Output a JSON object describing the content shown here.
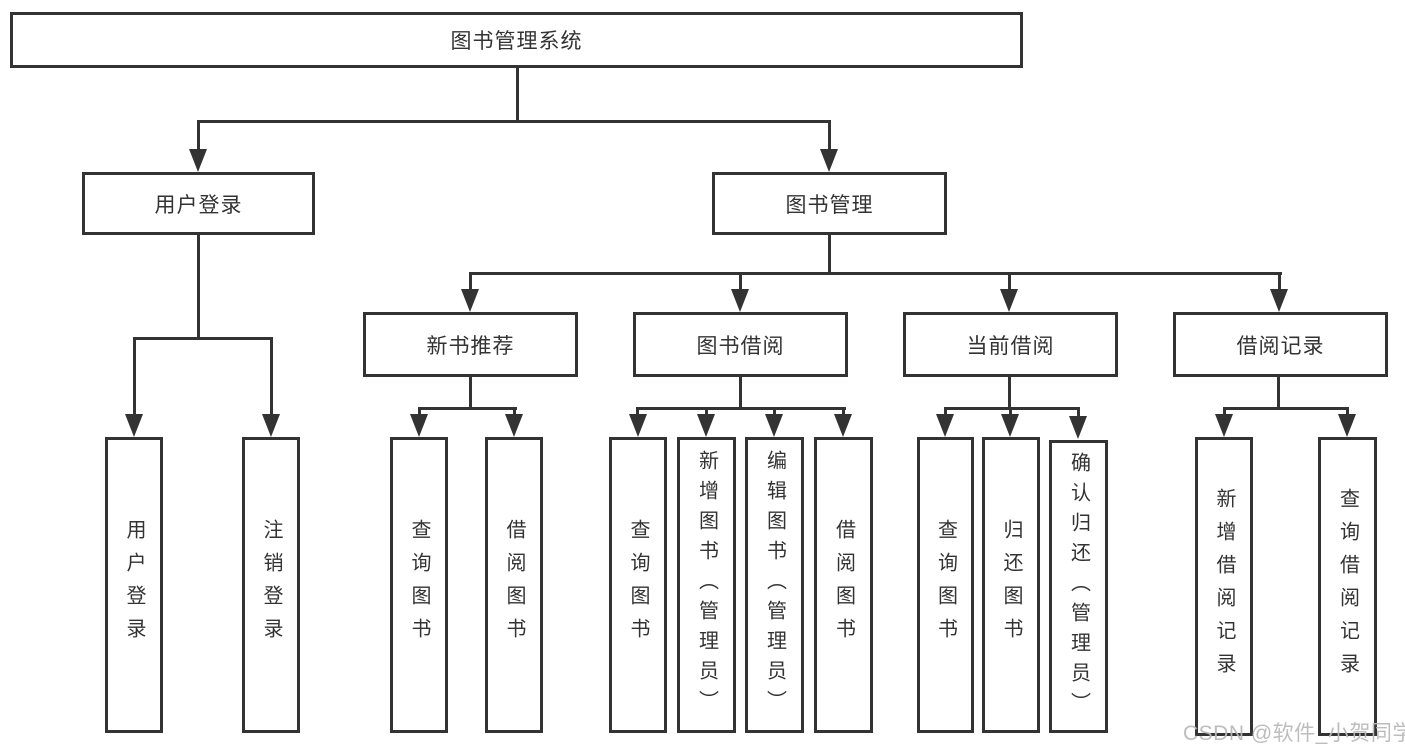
{
  "tree": {
    "label": "图书管理系统",
    "children": [
      {
        "label": "用户登录",
        "children": [
          {
            "label": "用户登录"
          },
          {
            "label": "注销登录"
          }
        ]
      },
      {
        "label": "图书管理",
        "children": [
          {
            "label": "新书推荐",
            "children": [
              {
                "label": "查询图书"
              },
              {
                "label": "借阅图书"
              }
            ]
          },
          {
            "label": "图书借阅",
            "children": [
              {
                "label": "查询图书"
              },
              {
                "label": "新增图书（管理员）"
              },
              {
                "label": "编辑图书（管理员）"
              },
              {
                "label": "借阅图书"
              }
            ]
          },
          {
            "label": "当前借阅",
            "children": [
              {
                "label": "查询图书"
              },
              {
                "label": "归还图书"
              },
              {
                "label": "确认归还（管理员）"
              }
            ]
          },
          {
            "label": "借阅记录",
            "children": [
              {
                "label": "新增借阅记录"
              },
              {
                "label": "查询借阅记录"
              }
            ]
          }
        ]
      }
    ]
  },
  "watermark": {
    "text": "CSDN @软件_小贺同学"
  },
  "colors": {
    "line": "#333333",
    "text": "#333333",
    "box_background": "#ffffff",
    "page_background": "#ffffff",
    "watermark": "#b9b9b9"
  }
}
